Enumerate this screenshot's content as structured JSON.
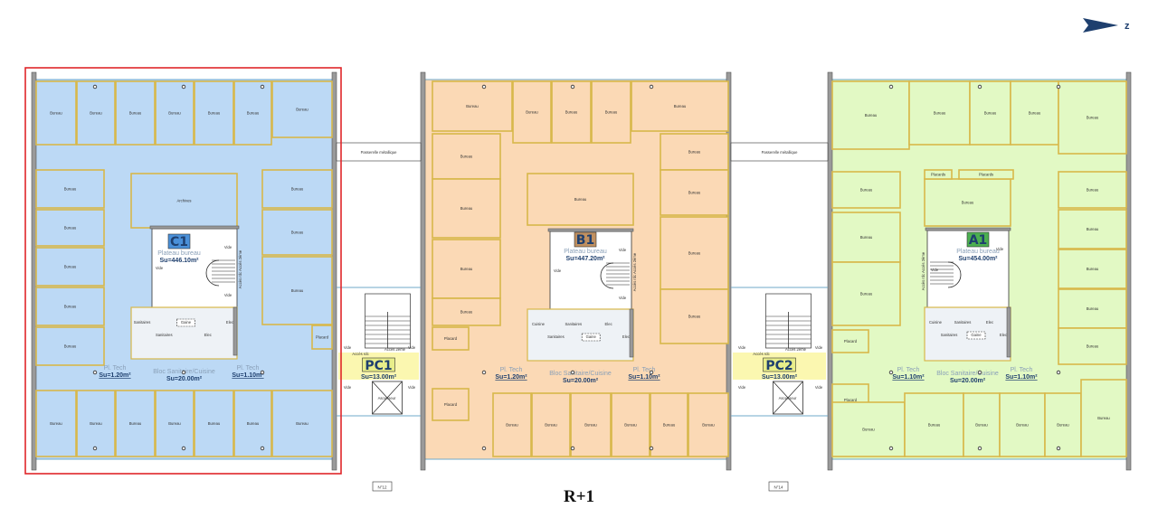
{
  "title": "R+1",
  "north_label": "z",
  "street_numbers": [
    "N°12",
    "N°14"
  ],
  "passerelle_label": "Passerelle métallique",
  "colors": {
    "C": "#bcd9f5",
    "B": "#fbd9b5",
    "A": "#e2f9c4",
    "core": "#fbf7b0",
    "selection": "#e0262a",
    "wall": "#d8b84a"
  },
  "blocks": [
    {
      "id": "C1",
      "subtitle": "Plateau bureau",
      "area": "Su=446.10m²",
      "badge_color": "#4a90d9",
      "rooms": [
        "Bureau",
        "Bureau",
        "Bureau",
        "Bureau",
        "Bureau",
        "Bureau",
        "Bureau",
        "Bureau",
        "Bureau",
        "Bureau",
        "Bureau",
        "Bureau",
        "Bureau",
        "Bureau",
        "Bureau",
        "Archives",
        "Bureau",
        "Bureau",
        "Bureau",
        "Bureau",
        "Bureau",
        "Bureau",
        "Bureau",
        "Placard"
      ],
      "sanitary": {
        "label": "Bloc Sanitaire/Cuisine",
        "area": "Su=20.00m²",
        "rooms": [
          "Sanitaires",
          "Sanitaires",
          "Gaine",
          "Elec",
          "Elec"
        ]
      },
      "tech": [
        {
          "label": "Pl. Tech",
          "area": "Su=1.20m²"
        },
        {
          "label": "Pl. Tech",
          "area": "Su=1.10m²"
        }
      ],
      "void": [
        "Vide",
        "Vide",
        "Vide"
      ],
      "access": "Accès rdc  Accès 2ème"
    },
    {
      "id": "B1",
      "subtitle": "Plateau bureau",
      "area": "Su=447.20m²",
      "badge_color": "#c09060",
      "rooms": [
        "Bureau",
        "Bureau",
        "Bureau",
        "Bureau",
        "Bureau",
        "Bureau",
        "Bureau",
        "Bureau",
        "Bureau",
        "Placard",
        "Placard",
        "Bureau",
        "Bureau",
        "Bureau",
        "Bureau",
        "Bureau",
        "Bureau",
        "Bureau",
        "Bureau",
        "Bureau",
        "Bureau",
        "Bureau"
      ],
      "sanitary": {
        "label": "Bloc Sanitaire/Cuisine",
        "area": "Su=20.00m²",
        "rooms": [
          "Cuisine",
          "Sanitaires",
          "Sanitaires",
          "Gaine",
          "Elec",
          "Elec"
        ]
      },
      "tech": [
        {
          "label": "Pl. Tech",
          "area": "Su=1.20m²"
        },
        {
          "label": "Pl. Tech",
          "area": "Su=1.10m²"
        }
      ],
      "void": [
        "Vide",
        "Vide",
        "Vide"
      ],
      "access": "Accès rdc  Accès 2ème"
    },
    {
      "id": "A1",
      "subtitle": "Plateau bureau",
      "area": "Su=454.00m²",
      "badge_color": "#4caf50",
      "rooms": [
        "Bureau",
        "Bureau",
        "Bureau",
        "Bureau",
        "Bureau",
        "Bureau",
        "Bureau",
        "Bureau",
        "Placard",
        "Placard",
        "Bureau",
        "Bureau",
        "Bureau",
        "Bureau",
        "Bureau",
        "Bureau",
        "Placards",
        "Placards",
        "Bureau",
        "Bureau",
        "Bureau",
        "Bureau",
        "Bureau",
        "Bureau"
      ],
      "sanitary": {
        "label": "Bloc Sanitaire/Cuisine",
        "area": "Su=20.00m²",
        "rooms": [
          "Cuisine",
          "Sanitaires",
          "Sanitaires",
          "Gaine",
          "Elec",
          "Elec"
        ]
      },
      "tech": [
        {
          "label": "Pl. Tech",
          "area": "Su=1.10m²"
        },
        {
          "label": "Pl. Tech",
          "area": "Su=1.10m²"
        }
      ],
      "void": [
        "Vide",
        "Vide"
      ],
      "access": "Accès rdc  Accès 2ème"
    }
  ],
  "cores": [
    {
      "id": "PC1",
      "area": "Su=13.00m²",
      "elevator": "Ascenseur",
      "access_rdc": "Accès rdc",
      "access_2": "Accès 2ème",
      "void": [
        "Vide",
        "Vide",
        "Vide",
        "Vide"
      ]
    },
    {
      "id": "PC2",
      "area": "Su=13.00m²",
      "elevator": "Ascenseur",
      "access_rdc": "Accès rdc",
      "access_2": "Accès 2ème",
      "void": [
        "Vide",
        "Vide",
        "Vide",
        "Vide"
      ]
    }
  ]
}
